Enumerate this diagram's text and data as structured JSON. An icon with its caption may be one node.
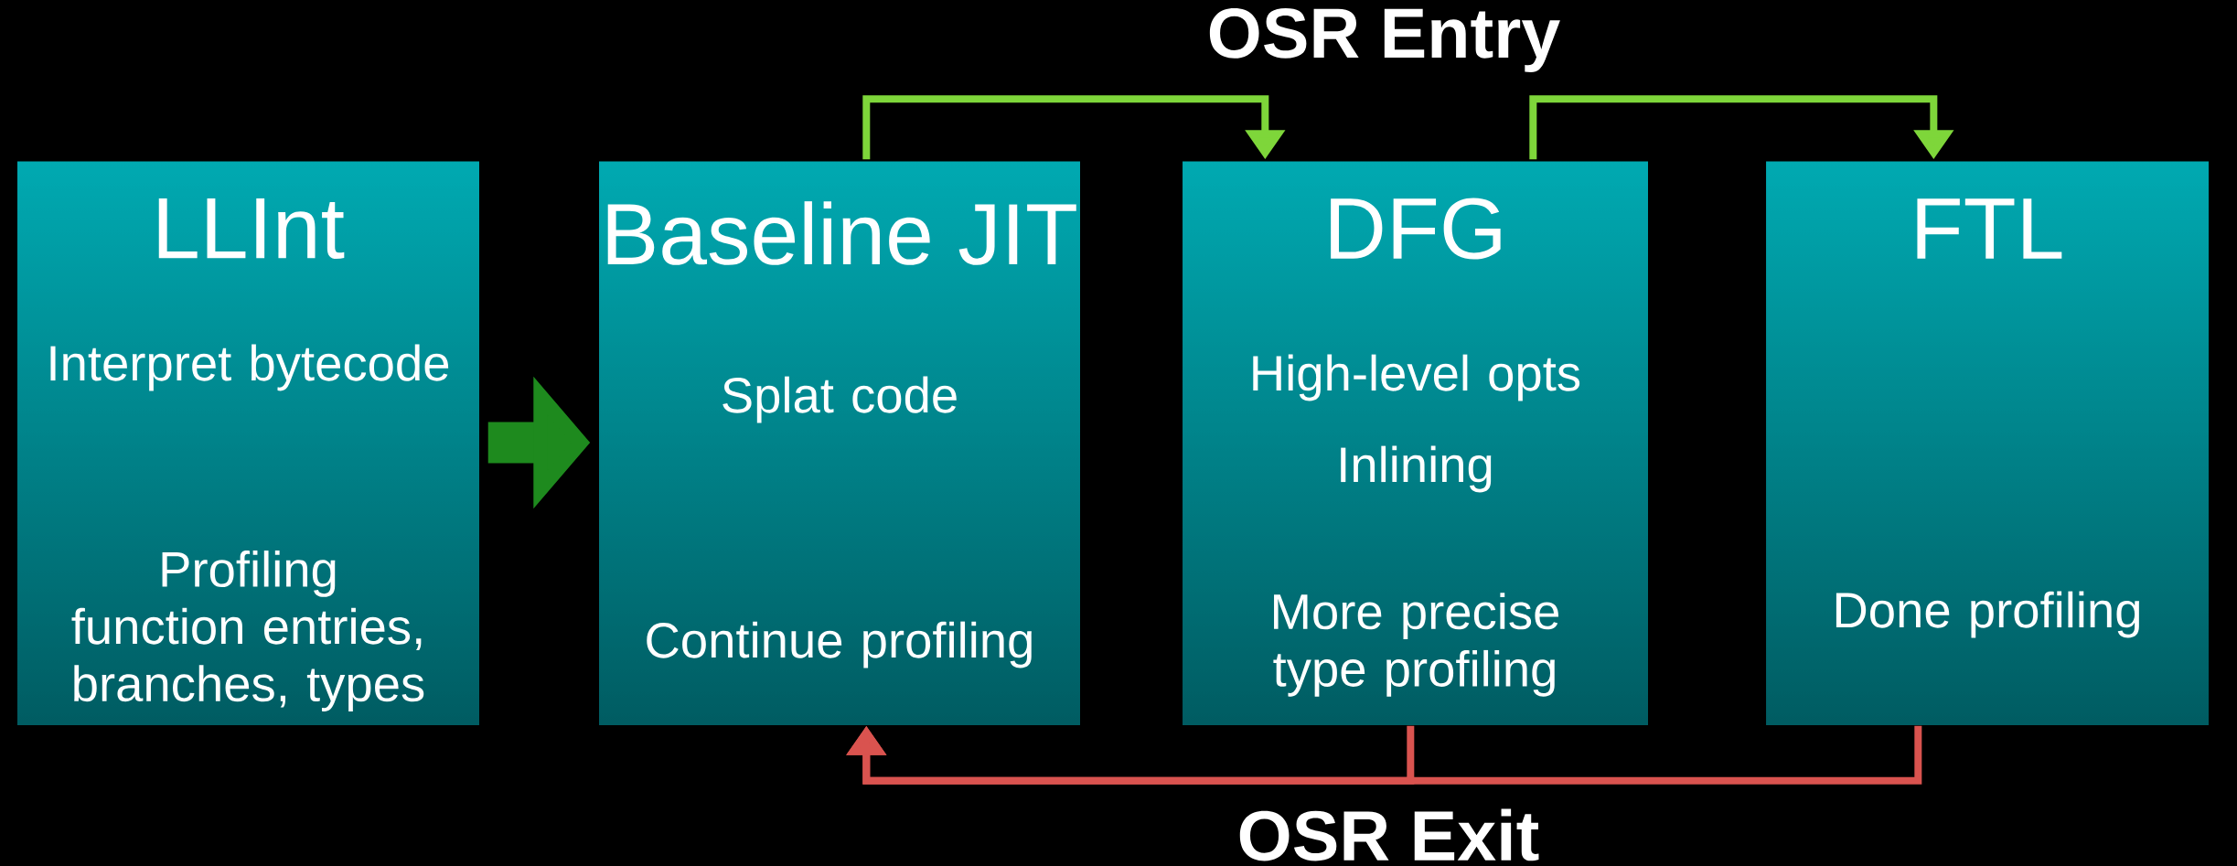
{
  "diagram": {
    "nodes": [
      {
        "text": [
          "LLInt",
          "Interpret bytecode",
          "Profiling function entries, branches, types"
        ]
      },
      {
        "text": [
          "Baseline JIT",
          "Splat code",
          "Continue profiling"
        ]
      },
      {
        "text": [
          "DFG",
          "High-level opts",
          "Inlining",
          "More precise type profiling"
        ]
      },
      {
        "text": [
          "FTL",
          "Done profiling"
        ]
      }
    ],
    "edges": [
      {
        "from": 0,
        "to": 1,
        "arrow": "to",
        "style": "thick",
        "color": "#1e8a1e"
      },
      {
        "from": 1,
        "to": 2,
        "arrow": "to",
        "color": "#7ed63a"
      },
      {
        "from": 2,
        "to": 3,
        "arrow": "to",
        "color": "#7ed63a"
      },
      {
        "from": 2,
        "to": 1,
        "arrow": "to",
        "color": "#d9534f"
      },
      {
        "from": 3,
        "to": 1,
        "arrow": "to",
        "color": "#d9534f"
      }
    ],
    "labels": [
      "OSR Entry",
      "OSR Exit"
    ]
  }
}
